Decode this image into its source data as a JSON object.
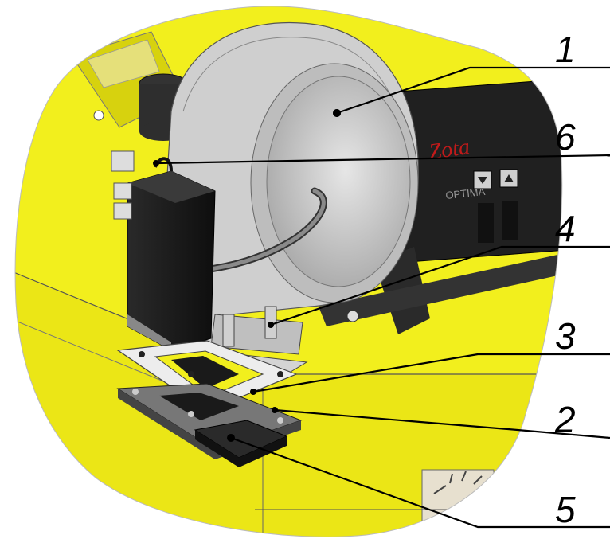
{
  "labels": [
    {
      "id": "1",
      "text": "1"
    },
    {
      "id": "6",
      "text": "6"
    },
    {
      "id": "4",
      "text": "4"
    },
    {
      "id": "3",
      "text": "3"
    },
    {
      "id": "2",
      "text": "2"
    },
    {
      "id": "5",
      "text": "5"
    }
  ],
  "panel_brand": "Zota",
  "panel_model": "OPTIMA",
  "colors": {
    "housing": "#f2ef1d",
    "housing_shadow": "#d9d40f",
    "fan_light": "#d8d8d8",
    "fan_mid": "#b9b9b9",
    "fan_dark": "#9a9a9a",
    "box": "#1c1c1c",
    "panel": "#202020",
    "brand_red": "#c21a1a"
  }
}
